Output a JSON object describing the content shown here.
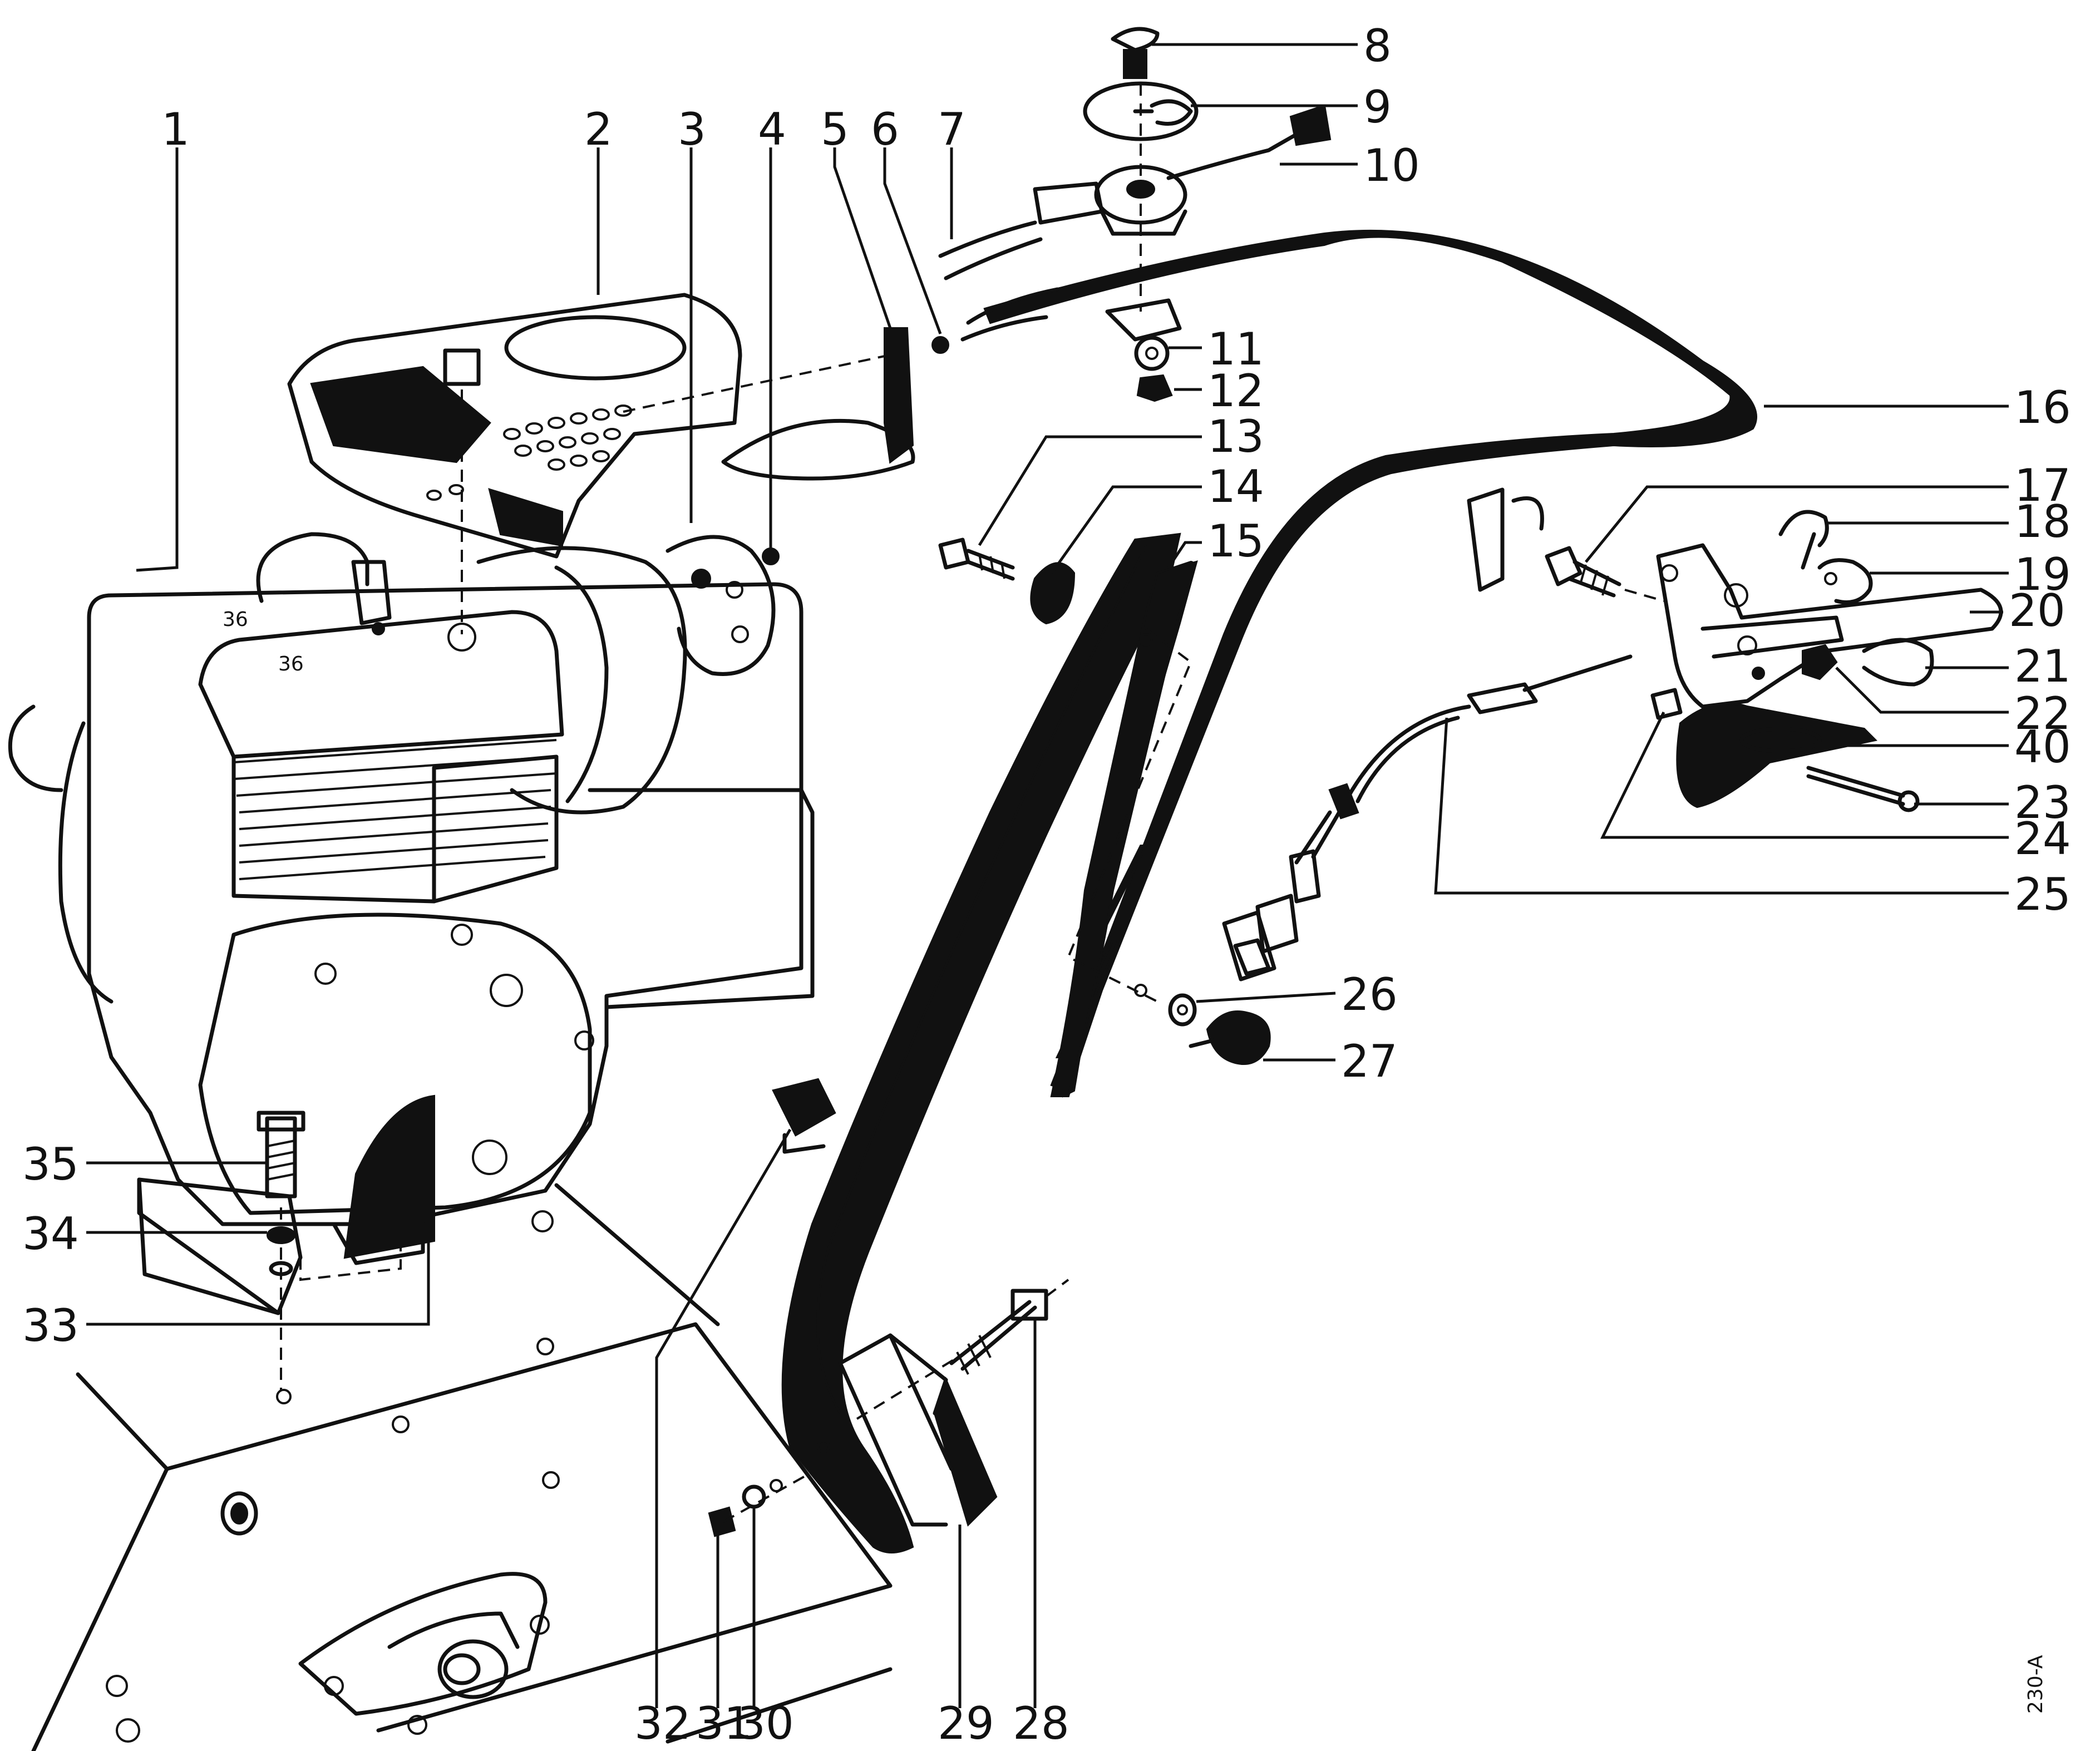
{
  "diagram": {
    "reference_code": "230-A",
    "engine_cast_marks": [
      "36",
      "36"
    ],
    "callouts": [
      {
        "id": "c1",
        "label": "1"
      },
      {
        "id": "c2",
        "label": "2"
      },
      {
        "id": "c3",
        "label": "3"
      },
      {
        "id": "c4",
        "label": "4"
      },
      {
        "id": "c5",
        "label": "5"
      },
      {
        "id": "c6",
        "label": "6"
      },
      {
        "id": "c7",
        "label": "7"
      },
      {
        "id": "c8",
        "label": "8"
      },
      {
        "id": "c9",
        "label": "9"
      },
      {
        "id": "c10",
        "label": "10"
      },
      {
        "id": "c11",
        "label": "11"
      },
      {
        "id": "c12",
        "label": "12"
      },
      {
        "id": "c13",
        "label": "13"
      },
      {
        "id": "c14",
        "label": "14"
      },
      {
        "id": "c15",
        "label": "15"
      },
      {
        "id": "c16",
        "label": "16"
      },
      {
        "id": "c17",
        "label": "17"
      },
      {
        "id": "c18",
        "label": "18"
      },
      {
        "id": "c19",
        "label": "19"
      },
      {
        "id": "c20",
        "label": "20"
      },
      {
        "id": "c21",
        "label": "21"
      },
      {
        "id": "c22",
        "label": "22"
      },
      {
        "id": "c40",
        "label": "40"
      },
      {
        "id": "c23",
        "label": "23"
      },
      {
        "id": "c24",
        "label": "24"
      },
      {
        "id": "c25",
        "label": "25"
      },
      {
        "id": "c26",
        "label": "26"
      },
      {
        "id": "c27",
        "label": "27"
      },
      {
        "id": "c35",
        "label": "35"
      },
      {
        "id": "c34",
        "label": "34"
      },
      {
        "id": "c33",
        "label": "33"
      },
      {
        "id": "c32",
        "label": "32"
      },
      {
        "id": "c31",
        "label": "31"
      },
      {
        "id": "c30",
        "label": "30"
      },
      {
        "id": "c29",
        "label": "29"
      },
      {
        "id": "c28",
        "label": "28"
      }
    ]
  }
}
